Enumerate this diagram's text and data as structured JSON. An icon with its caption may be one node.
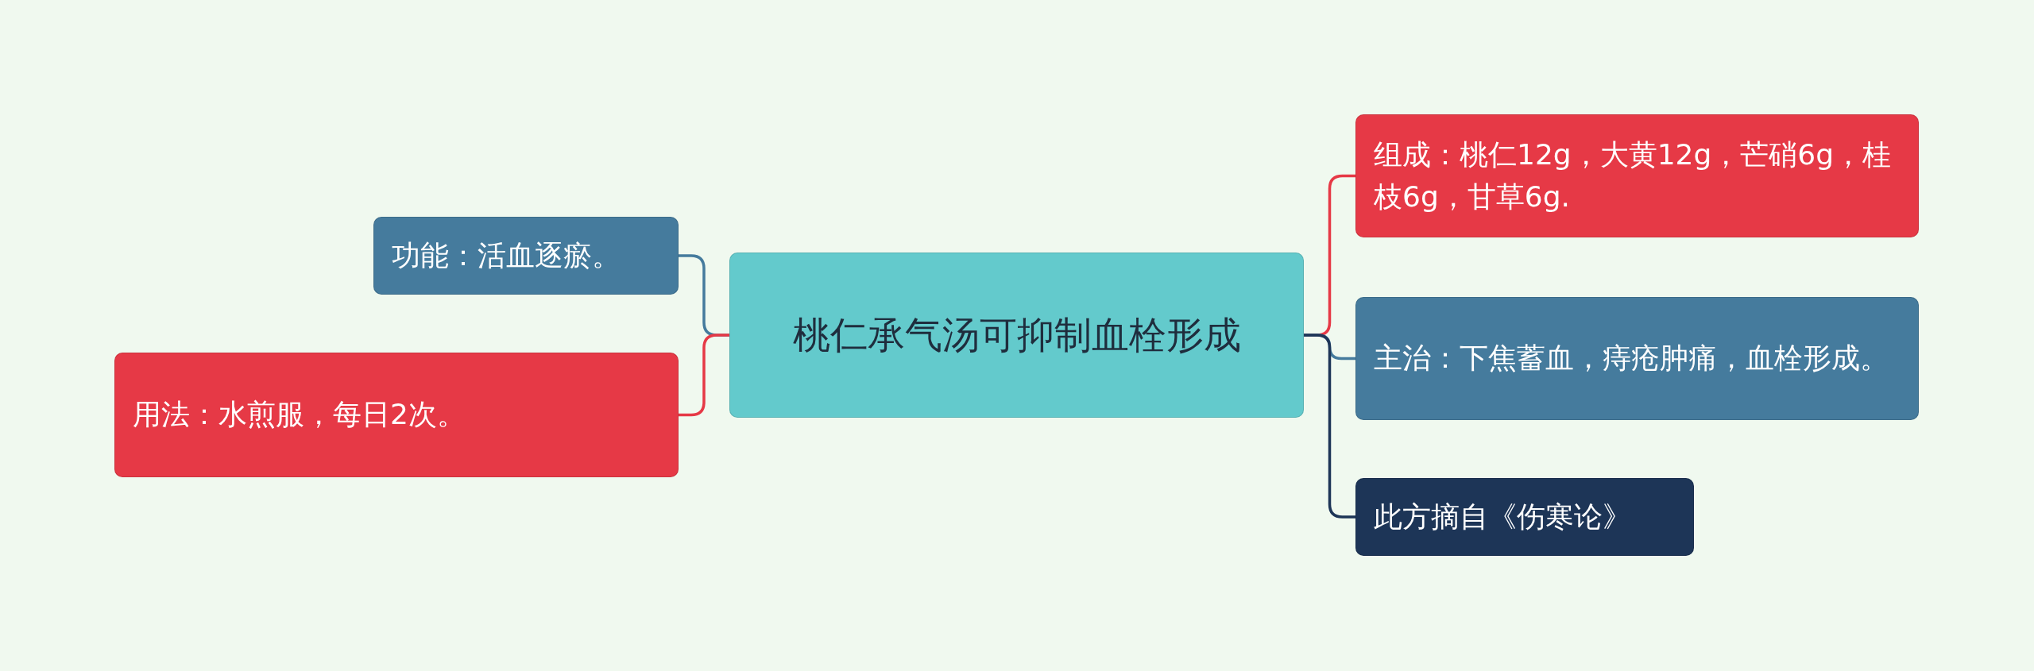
{
  "diagram": {
    "nodes": [
      {
        "text": [
          "桃仁承气汤可抑制血栓形成"
        ]
      },
      {
        "text": [
          "功能：活血逐瘀。"
        ]
      },
      {
        "text": [
          "用法：水煎服，每日2次。"
        ]
      },
      {
        "text": [
          "组成：桃仁12g，大黄12g，芒硝6g，桂枝6g，甘草6g."
        ]
      },
      {
        "text": [
          "主治：下焦蓄血，痔疮肿痛，血栓形成。"
        ]
      },
      {
        "text": [
          "此方摘自《伤寒论》"
        ]
      }
    ],
    "edges": [
      {
        "from": 0,
        "to": 1,
        "arrow": "none",
        "color": "#457b9d"
      },
      {
        "from": 0,
        "to": 2,
        "arrow": "none",
        "color": "#e63946"
      },
      {
        "from": 0,
        "to": 3,
        "arrow": "none",
        "color": "#e63946"
      },
      {
        "from": 0,
        "to": 4,
        "arrow": "none",
        "color": "#457b9d"
      },
      {
        "from": 0,
        "to": 5,
        "arrow": "none",
        "color": "#1d3557"
      }
    ]
  }
}
